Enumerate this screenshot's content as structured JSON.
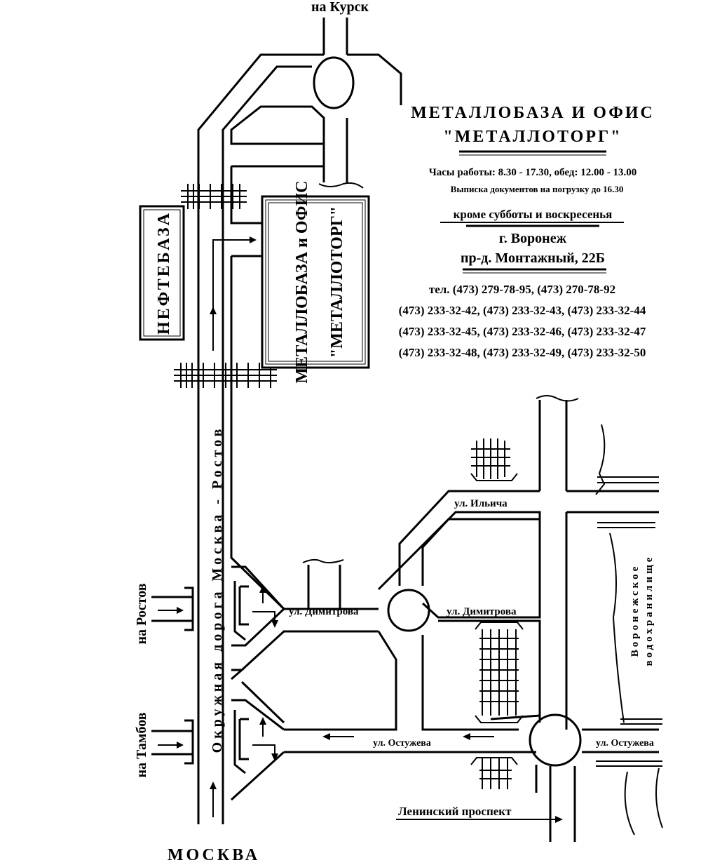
{
  "directions": {
    "kursk": "на Курск",
    "moscow": "МОСКВА",
    "rostov": "на Ростов",
    "tambov": "на Тамбов"
  },
  "buildings": {
    "neftebaza": "НЕФТЕБАЗА",
    "office_line1": "МЕТАЛЛОБАЗА и ОФИС",
    "office_line2": "\"МЕТАЛЛОТОРГ\""
  },
  "roads": {
    "ring_road": "Окружная дорога Москва - Ростов",
    "ilyicha": "ул. Ильича",
    "dimitrova_left": "ул. Димитрова",
    "dimitrova_right": "ул. Димитрова",
    "ostuzheva_left": "ул. Остужева",
    "ostuzheva_right": "ул. Остужева",
    "leninsky": "Ленинский проспект",
    "reservoir_line1": "Воронежское",
    "reservoir_line2": "водохранилище"
  },
  "info": {
    "title_line1": "МЕТАЛЛОБАЗА И ОФИС",
    "title_line2": "\"МЕТАЛЛОТОРГ\"",
    "hours": "Часы работы: 8.30 - 17.30, обед: 12.00 - 13.00",
    "docs": "Выписка документов на погрузку до 16.30",
    "weekend": "кроме субботы и воскресенья",
    "city": "г. Воронеж",
    "address": "пр-д. Монтажный, 22Б",
    "phones": [
      "тел. (473) 279-78-95, (473) 270-78-92",
      "(473) 233-32-42, (473) 233-32-43, (473) 233-32-44",
      "(473) 233-32-45, (473) 233-32-46, (473) 233-32-47",
      "(473) 233-32-48, (473) 233-32-49, (473) 233-32-50"
    ]
  }
}
